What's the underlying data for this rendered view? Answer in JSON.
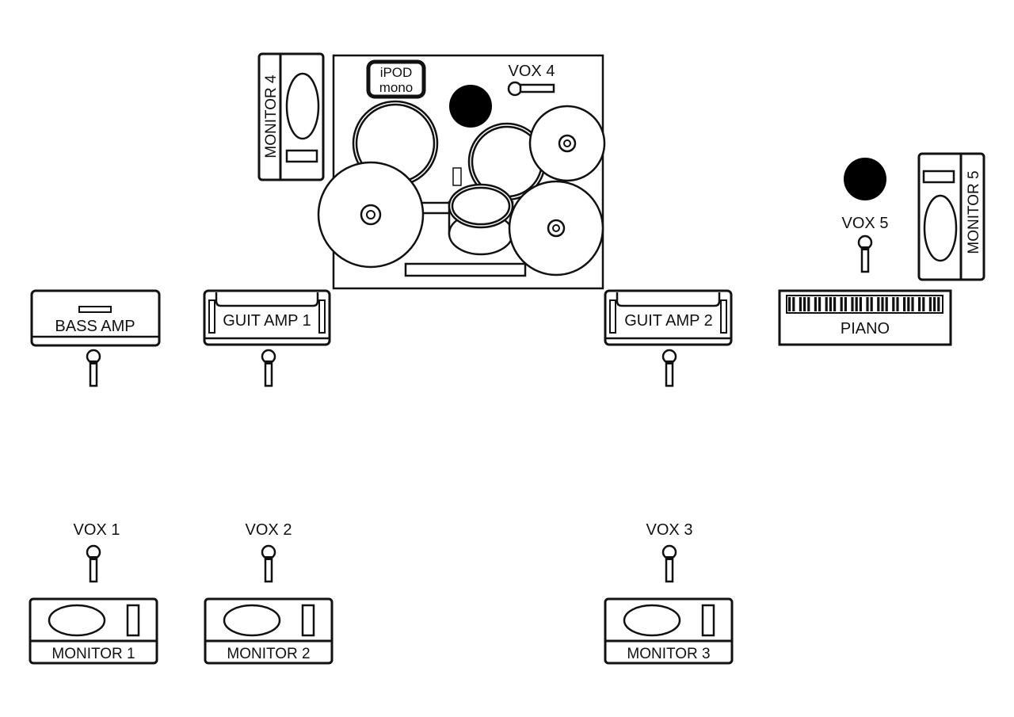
{
  "colors": {
    "stroke": "#111111",
    "fill": "#ffffff",
    "accent": "#000000"
  },
  "labels": {
    "ipod_line1": "iPOD",
    "ipod_line2": "mono",
    "vox4": "VOX 4",
    "monitor4": "MONITOR 4",
    "monitor5": "MONITOR 5",
    "vox5": "VOX 5",
    "bass_amp": "BASS AMP",
    "guit_amp1": "GUIT AMP 1",
    "guit_amp2": "GUIT AMP 2",
    "piano": "PIANO",
    "vox1": "VOX 1",
    "vox2": "VOX 2",
    "vox3": "VOX 3",
    "monitor1": "MONITOR 1",
    "monitor2": "MONITOR 2",
    "monitor3": "MONITOR 3"
  },
  "icons": [
    "microphone-icon",
    "wedge-monitor-icon",
    "drum-kit-icon",
    "keyboard-icon",
    "amplifier-icon"
  ]
}
